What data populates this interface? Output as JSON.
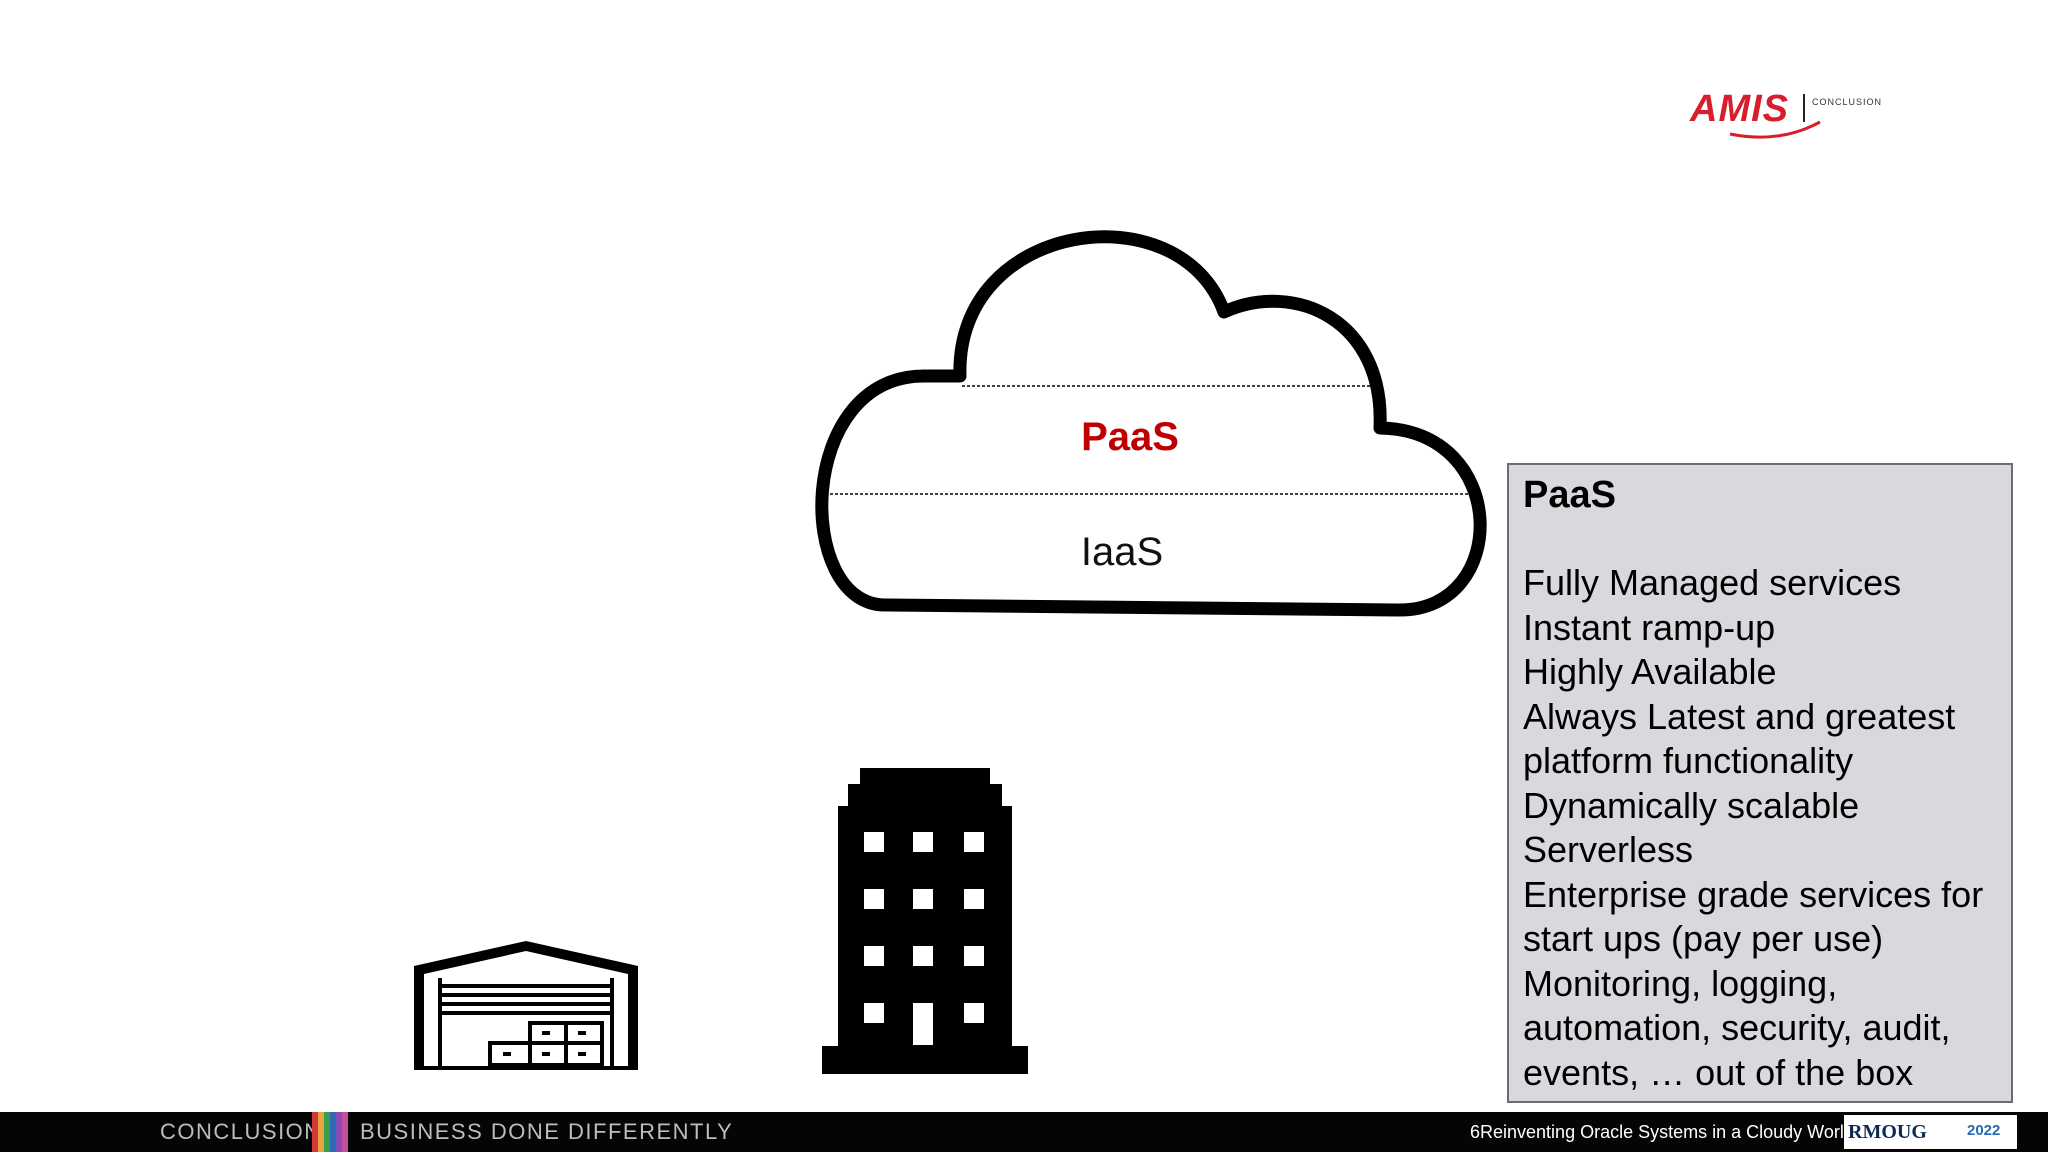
{
  "logo": {
    "text": "AMIS",
    "subtext": "CONCLUSION"
  },
  "cloud": {
    "paas_label": "PaaS",
    "iaas_label": "IaaS"
  },
  "info_box": {
    "title": "PaaS",
    "items": [
      "Fully Managed services",
      "Instant ramp-up",
      "Highly Available",
      "Always Latest and greatest",
      "platform functionality",
      "Dynamically scalable",
      "Serverless",
      "Enterprise grade services for",
      "start ups (pay per use)",
      "Monitoring, logging,",
      "automation, security, audit,",
      "events, … out of the box"
    ]
  },
  "icons": {
    "warehouse": "warehouse-icon",
    "office": "office-building-icon"
  },
  "footer": {
    "brand": "CONCLUSION",
    "tagline": "BUSINESS DONE DIFFERENTLY",
    "slide_title": "6Reinventing Oracle Systems in a Cloudy World",
    "conference": "RMOUG",
    "event_year": "2022",
    "stripe_colors": [
      "#d13b3b",
      "#e8a33a",
      "#3a9c4e",
      "#3269b5",
      "#8a4bb3",
      "#c74fa0"
    ]
  },
  "colors": {
    "accent": "#c00000",
    "box_bg": "#d9d8dd",
    "footer_bg": "#050505"
  }
}
